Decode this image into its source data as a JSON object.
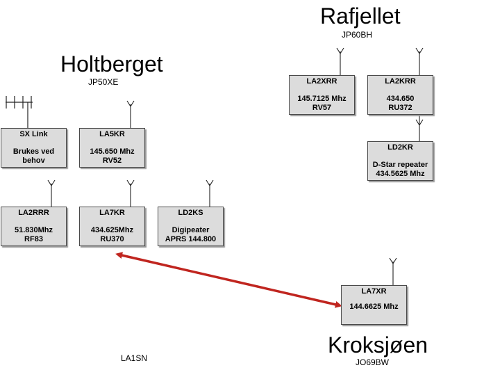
{
  "sites": [
    {
      "key": "holtberget",
      "name": "Holtberget",
      "locator": "JP50XE"
    },
    {
      "key": "rafjellet",
      "name": "Rafjellet",
      "locator": "JP60BH"
    },
    {
      "key": "kroksjoen",
      "name": "Kroksjøen",
      "locator": "JO69BW"
    }
  ],
  "repeaters": [
    {
      "call": "SX Link",
      "lines": [
        "Brukes ved",
        "behov"
      ]
    },
    {
      "call": "LA5KR",
      "lines": [
        "145.650 Mhz",
        "RV52"
      ]
    },
    {
      "call": "LA2RRR",
      "lines": [
        "51.830Mhz",
        "RF83"
      ]
    },
    {
      "call": "LA7KR",
      "lines": [
        "434.625Mhz",
        "RU370"
      ]
    },
    {
      "call": "LD2KS",
      "lines": [
        "Digipeater",
        "APRS 144.800"
      ]
    },
    {
      "call": "LA2XRR",
      "lines": [
        "145.7125 Mhz",
        "RV57"
      ]
    },
    {
      "call": "LA2KRR",
      "lines": [
        "434.650",
        "RU372"
      ]
    },
    {
      "call": "LD2KR",
      "lines": [
        "D-Star repeater",
        "434.5625 Mhz"
      ]
    },
    {
      "call": "LA7XR",
      "lines": [
        "144.6625 Mhz"
      ]
    }
  ],
  "link_color": "#c0251f",
  "credit": "LA1SN"
}
